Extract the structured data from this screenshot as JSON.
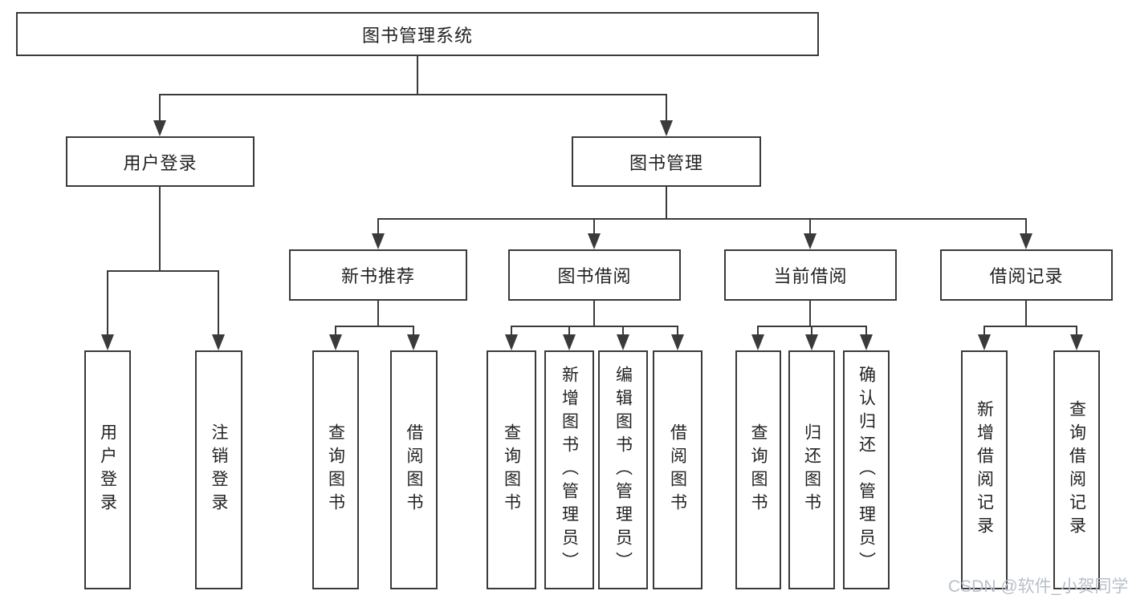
{
  "diagram": {
    "title": "图书管理系统",
    "branches": [
      {
        "label": "用户登录",
        "children": [
          {
            "label": "用户登录"
          },
          {
            "label": "注销登录"
          }
        ]
      },
      {
        "label": "图书管理",
        "groups": [
          {
            "label": "新书推荐",
            "children": [
              {
                "label": "查询图书"
              },
              {
                "label": "借阅图书"
              }
            ]
          },
          {
            "label": "图书借阅",
            "children": [
              {
                "label": "查询图书"
              },
              {
                "label": "新增图书（管理员）"
              },
              {
                "label": "编辑图书（管理员）"
              },
              {
                "label": "借阅图书"
              }
            ]
          },
          {
            "label": "当前借阅",
            "children": [
              {
                "label": "查询图书"
              },
              {
                "label": "归还图书"
              },
              {
                "label": "确认归还（管理员）"
              }
            ]
          },
          {
            "label": "借阅记录",
            "children": [
              {
                "label": "新增借阅记录"
              },
              {
                "label": "查询借阅记录"
              }
            ]
          }
        ]
      }
    ]
  },
  "watermark": {
    "text": "CSDN @软件_小贺同学"
  },
  "colors": {
    "line": "#3a3a3a",
    "text": "#222222",
    "background": "#ffffff",
    "watermark": "#b9bfc9"
  }
}
